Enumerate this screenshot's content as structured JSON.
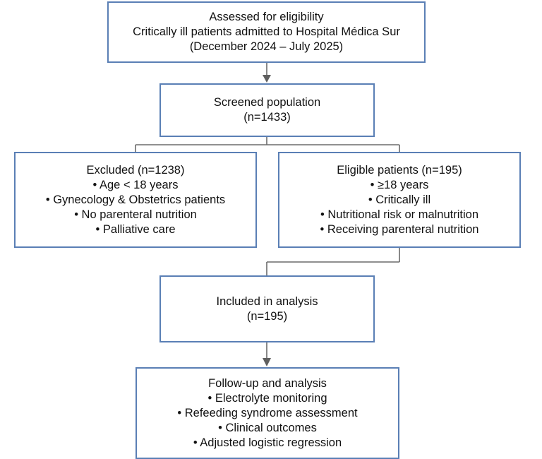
{
  "assessment": {
    "title": "Assessed for eligibility",
    "line2": "Critically ill patients admitted to Hospital Médica Sur",
    "line3": "(December 2024 – July 2025)"
  },
  "screened": {
    "title": "Screened population",
    "count": "(n=1433)"
  },
  "excluded": {
    "title": "Excluded (n=1238)",
    "items": [
      "• Age < 18 years",
      "• Gynecology & Obstetrics patients",
      "• No parenteral nutrition",
      "• Palliative care"
    ]
  },
  "eligible": {
    "title": "Eligible patients (n=195)",
    "items": [
      "• ≥18 years",
      "• Critically ill",
      "• Nutritional risk or malnutrition",
      "• Receiving parenteral nutrition"
    ]
  },
  "included": {
    "title": "Included in analysis",
    "count": "(n=195)"
  },
  "followup": {
    "title": "Follow-up and analysis",
    "items": [
      "• Electrolyte monitoring",
      "• Refeeding syndrome assessment",
      "• Clinical outcomes",
      "• Adjusted logistic regression"
    ]
  },
  "colors": {
    "box_border": "#5a7fb5",
    "connector": "#6b6b6b"
  }
}
